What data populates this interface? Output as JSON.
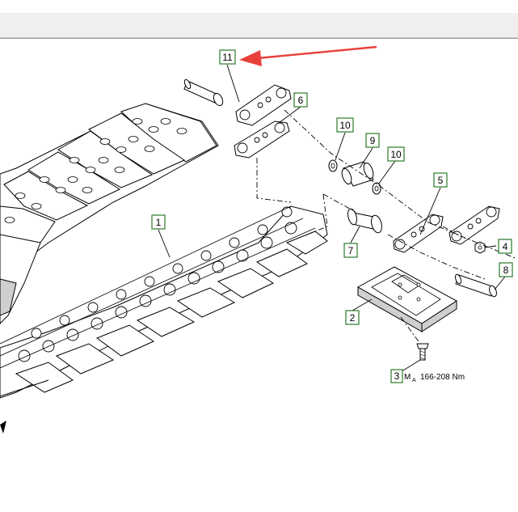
{
  "diagram": {
    "callouts": [
      {
        "id": "c11",
        "label": "11"
      },
      {
        "id": "c6",
        "label": "6"
      },
      {
        "id": "c10a",
        "label": "10"
      },
      {
        "id": "c9",
        "label": "9"
      },
      {
        "id": "c10b",
        "label": "10"
      },
      {
        "id": "c5",
        "label": "5"
      },
      {
        "id": "c1",
        "label": "1"
      },
      {
        "id": "c7",
        "label": "7"
      },
      {
        "id": "c4",
        "label": "4"
      },
      {
        "id": "c8",
        "label": "8"
      },
      {
        "id": "c2",
        "label": "2"
      },
      {
        "id": "c3",
        "label": "3"
      }
    ],
    "torque": {
      "symbol": "M",
      "subscript": "A",
      "value": "166-208 Nm"
    },
    "arrow_color": "#e8403a",
    "callout_border_color": "#2a7a2a"
  }
}
